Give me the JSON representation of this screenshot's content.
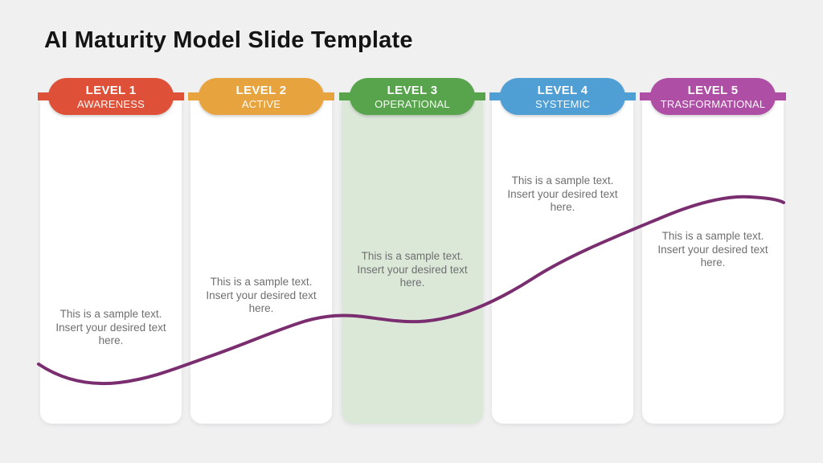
{
  "slide": {
    "title": "AI Maturity Model Slide Template",
    "background_color": "#F0F0F1",
    "curve_color": "#7A2D6F"
  },
  "levels": [
    {
      "label": "LEVEL 1",
      "sublabel": "AWARENESS",
      "color": "#DF5038",
      "card_bg": "#FFFFFF",
      "body": "This is a sample text. Insert your desired text here."
    },
    {
      "label": "LEVEL 2",
      "sublabel": "ACTIVE",
      "color": "#E7A33D",
      "card_bg": "#FFFFFF",
      "body": "This is a sample text. Insert your desired text here."
    },
    {
      "label": "LEVEL 3",
      "sublabel": "OPERATIONAL",
      "color": "#57A44C",
      "card_bg": "#DBE8D8",
      "body": "This is a sample text. Insert your desired text here."
    },
    {
      "label": "LEVEL 4",
      "sublabel": "SYSTEMIC",
      "color": "#4F9FD4",
      "card_bg": "#FFFFFF",
      "body": "This is a sample text. Insert your desired text here."
    },
    {
      "label": "LEVEL 5",
      "sublabel": "TRASFORMATIONAL",
      "color": "#AE4EA4",
      "card_bg": "#FFFFFF",
      "body": "This is a sample text. Insert your desired text here."
    }
  ]
}
